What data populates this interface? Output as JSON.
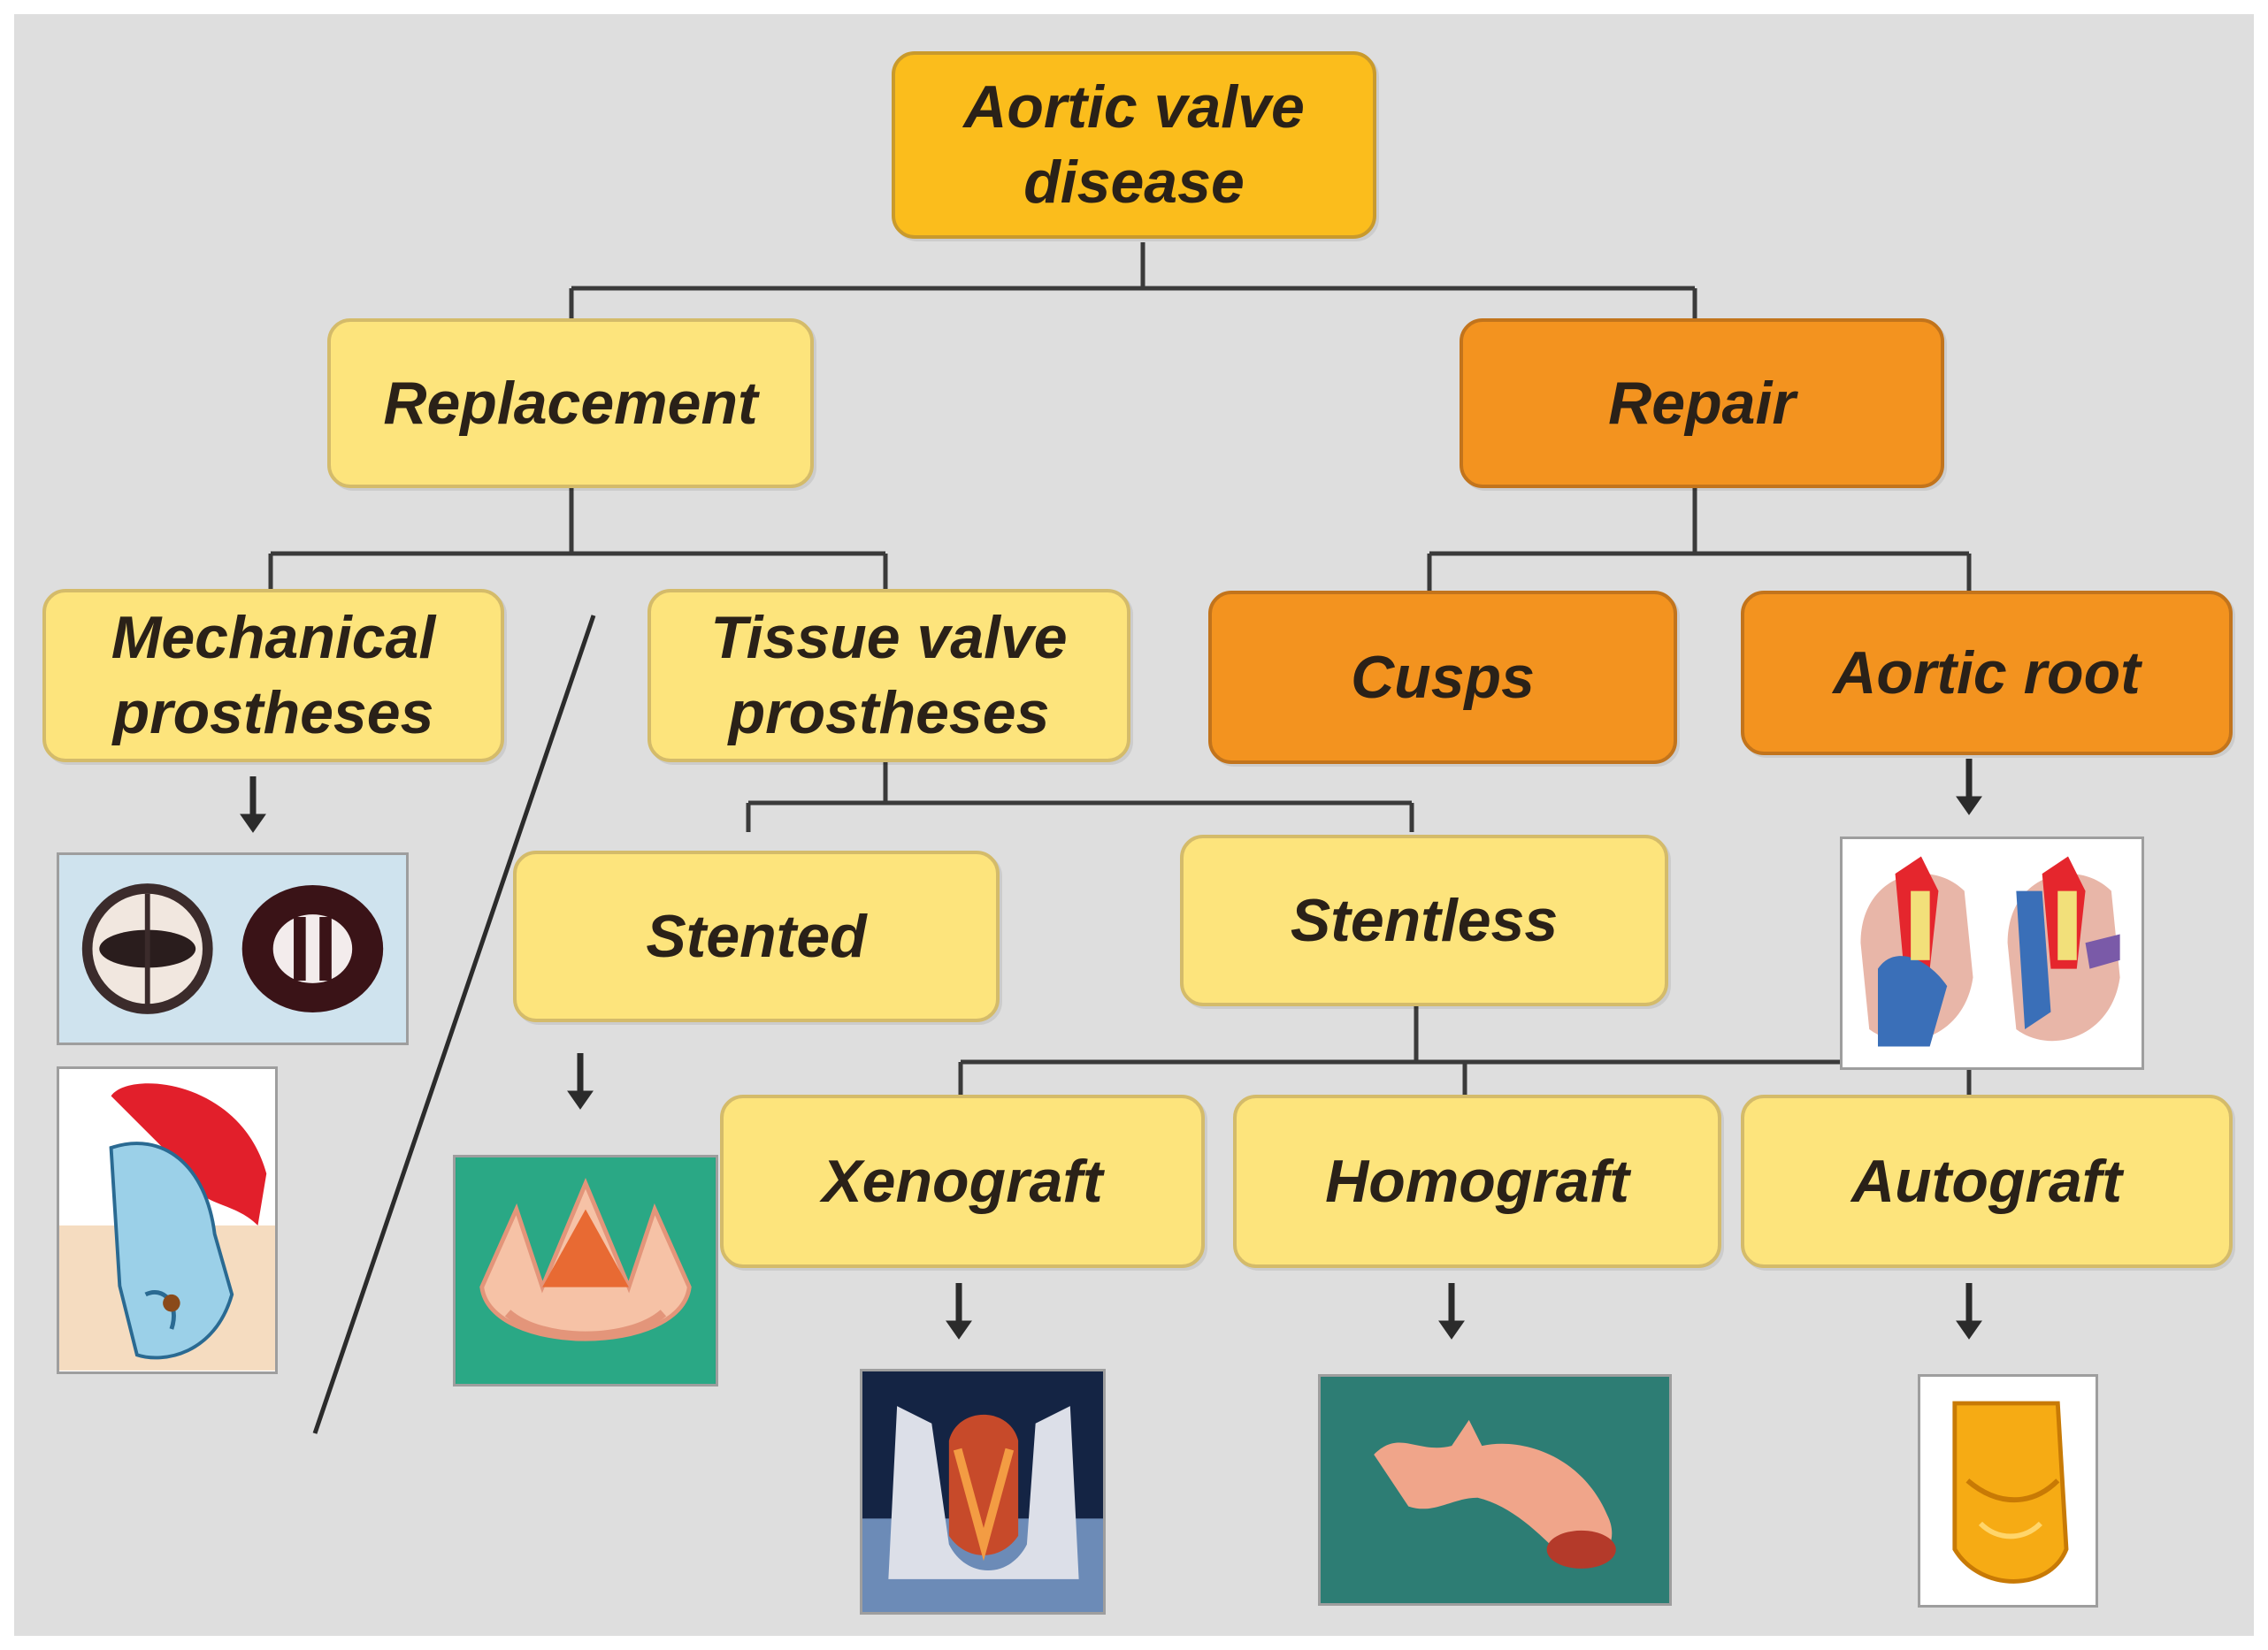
{
  "root": {
    "label": "Aortic valve\ndisease"
  },
  "branches": {
    "replacement": {
      "label": "Replacement"
    },
    "repair": {
      "label": "Repair"
    }
  },
  "replacement_children": {
    "mechanical": {
      "label": "Mechanical\nprostheses"
    },
    "tissue": {
      "label": "Tissue valve\nprostheses"
    }
  },
  "tissue_children": {
    "stented": {
      "label": "Stented"
    },
    "stentless": {
      "label": "Stentless"
    }
  },
  "stentless_children": {
    "xenograft": {
      "label": "Xenograft"
    },
    "homograft": {
      "label": "Homograft"
    },
    "autograft": {
      "label": "Autograft"
    }
  },
  "repair_children": {
    "cusps": {
      "label": "Cusps"
    },
    "aortic_root": {
      "label": "Aortic root"
    }
  },
  "colors": {
    "background": "#dedede",
    "root_fill": "#fbbd1c",
    "replacement_fill": "#fde47c",
    "repair_fill": "#f3931f",
    "connector": "#3a3a3a"
  }
}
